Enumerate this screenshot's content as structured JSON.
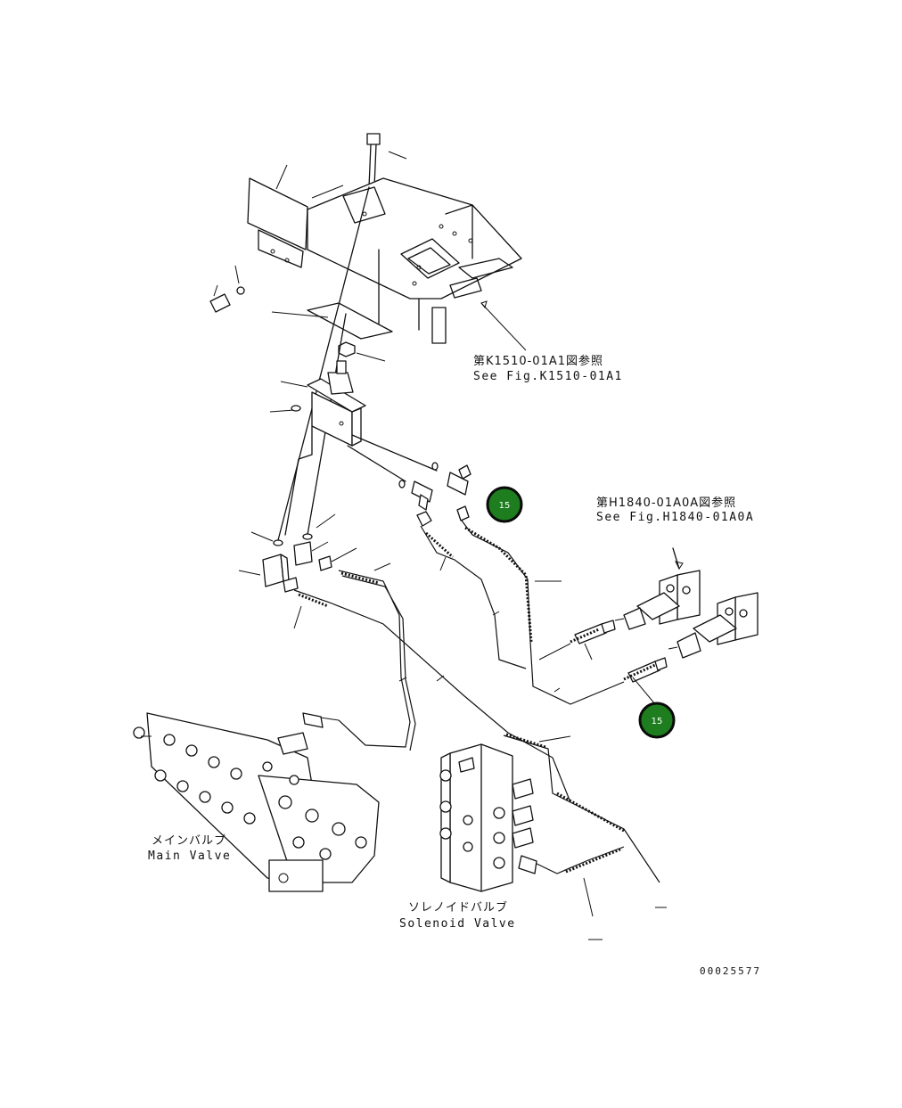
{
  "references": {
    "top": {
      "jp": "第K1510-01A1図参照",
      "en": "See Fig.K1510-01A1"
    },
    "right": {
      "jp": "第H1840-01A0A図参照",
      "en": "See Fig.H1840-01A0A"
    }
  },
  "components": {
    "main_valve": {
      "jp": "メインバルブ",
      "en": "Main Valve"
    },
    "solenoid_valve": {
      "jp": "ソレノイドバルブ",
      "en": "Solenoid Valve"
    }
  },
  "callouts": [
    {
      "label": "15"
    },
    {
      "label": "15"
    }
  ],
  "document_number": "00025577",
  "colors": {
    "callout_fill": "#1e7d1e",
    "callout_text": "#ffffff",
    "line": "#111111"
  }
}
